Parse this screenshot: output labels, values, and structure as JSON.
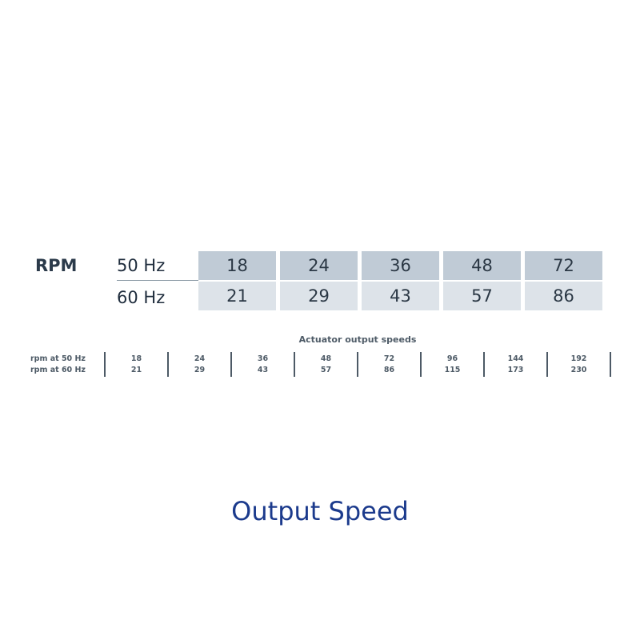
{
  "main_table": {
    "rpm_label": "RPM",
    "rows": [
      {
        "label": "50 Hz",
        "values": [
          "18",
          "24",
          "36",
          "48",
          "72"
        ]
      },
      {
        "label": "60 Hz",
        "values": [
          "21",
          "29",
          "43",
          "57",
          "86"
        ]
      }
    ]
  },
  "detail_table": {
    "title": "Actuator output speeds",
    "row_labels": [
      "rpm at 50 Hz",
      "rpm at 60 Hz"
    ],
    "columns": [
      {
        "hz50": "18",
        "hz60": "21"
      },
      {
        "hz50": "24",
        "hz60": "29"
      },
      {
        "hz50": "36",
        "hz60": "43"
      },
      {
        "hz50": "48",
        "hz60": "57"
      },
      {
        "hz50": "72",
        "hz60": "86"
      },
      {
        "hz50": "96",
        "hz60": "115"
      },
      {
        "hz50": "144",
        "hz60": "173"
      },
      {
        "hz50": "192",
        "hz60": "230"
      }
    ]
  },
  "caption": "Output Speed",
  "colors": {
    "row_50_fill": "#c0cbd6",
    "row_60_fill": "#dde3e9",
    "caption": "#1b3a8c"
  }
}
